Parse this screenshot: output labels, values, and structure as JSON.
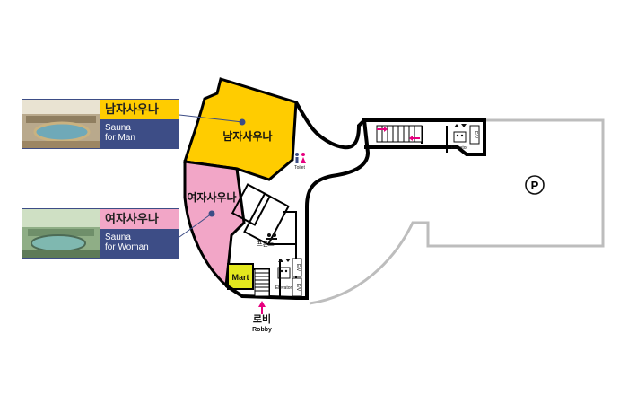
{
  "rooms": {
    "men_sauna": "남자사우나",
    "women_sauna": "여자사우나",
    "mart": "Mart",
    "front": "프론트",
    "toilet": "Toilet",
    "elevator_left": "Elevator",
    "elevator_right": "Elevator",
    "ev_marks": [
      "E/V",
      "E/V",
      "E/V"
    ]
  },
  "callouts": {
    "men": {
      "title": "남자사우나",
      "line1": "Sauna",
      "line2": "for Man"
    },
    "women": {
      "title": "여자사우나",
      "line1": "Sauna",
      "line2": "for Woman"
    }
  },
  "lobby": {
    "ko": "로비",
    "en": "Robby"
  },
  "parking": {
    "symbol": "P"
  },
  "colors": {
    "men": "#ffcc00",
    "women": "#f2a6c7",
    "mart": "#e3e81e",
    "label_bg": "#3d4d86",
    "walls": "#000000",
    "outline_gray": "#bdbdbd",
    "arrow": "#e6007e"
  }
}
